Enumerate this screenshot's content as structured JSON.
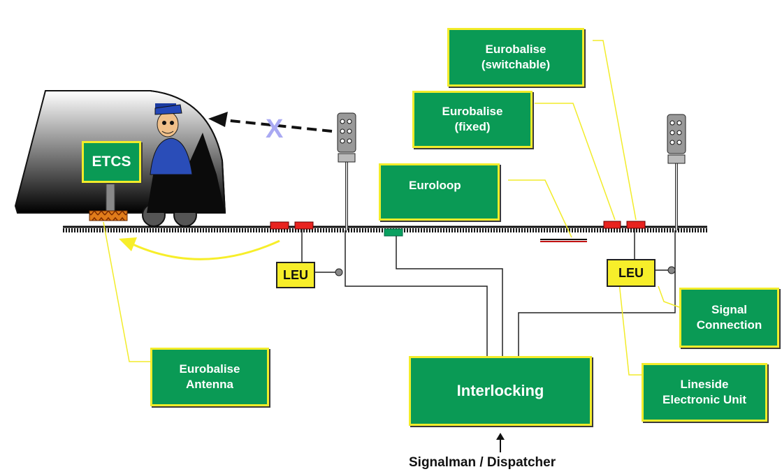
{
  "labels": {
    "etcs": "ETCS",
    "eurobalise_switchable_line1": "Eurobalise",
    "eurobalise_switchable_line2": "(switchable)",
    "eurobalise_fixed_line1": "Eurobalise",
    "eurobalise_fixed_line2": "(fixed)",
    "euroloop": "Euroloop",
    "leu_left": "LEU",
    "leu_right": "LEU",
    "signal_connection_line1": "Signal",
    "signal_connection_line2": "Connection",
    "lineside_line1": "Lineside",
    "lineside_line2": "Electronic Unit",
    "antenna_line1": "Eurobalise",
    "antenna_line2": "Antenna",
    "interlocking": "Interlocking",
    "dispatcher": "Signalman / Dispatcher",
    "cross_mark": "X"
  },
  "colors": {
    "box_fill": "#0a9a55",
    "box_border": "#f2ec2a",
    "balise_red": "#e8231f",
    "euroloop_green": "#0aa060",
    "leader_yellow": "#f2ec2a"
  }
}
